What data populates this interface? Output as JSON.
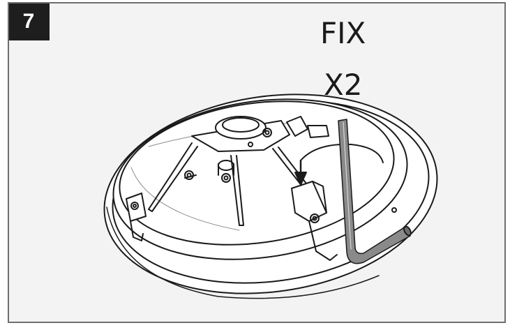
{
  "step": {
    "number": "7"
  },
  "instruction": {
    "action": "FIX",
    "quantity": "X2"
  }
}
